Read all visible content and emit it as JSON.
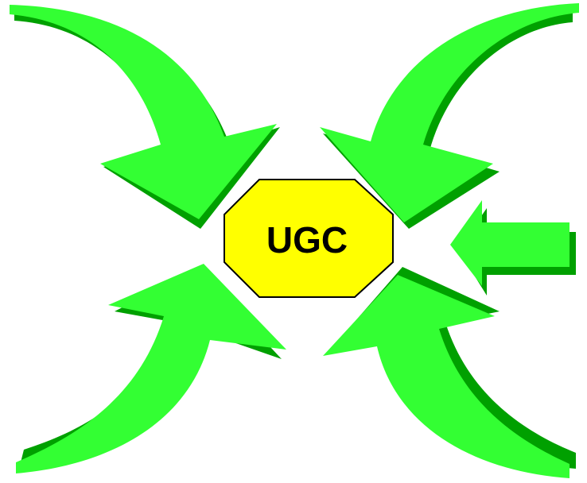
{
  "center": {
    "label": "UGC",
    "fill": "#ffff00",
    "stroke": "#000000"
  },
  "arrows": {
    "face_color": "#33ff33",
    "side_color": "#00a000",
    "shadow_color": "#008000",
    "items": [
      {
        "id": "top-left",
        "direction": "down-right"
      },
      {
        "id": "top-right",
        "direction": "down-left"
      },
      {
        "id": "bottom-left",
        "direction": "up-right"
      },
      {
        "id": "bottom-right",
        "direction": "up-left"
      },
      {
        "id": "right",
        "direction": "left"
      }
    ]
  }
}
